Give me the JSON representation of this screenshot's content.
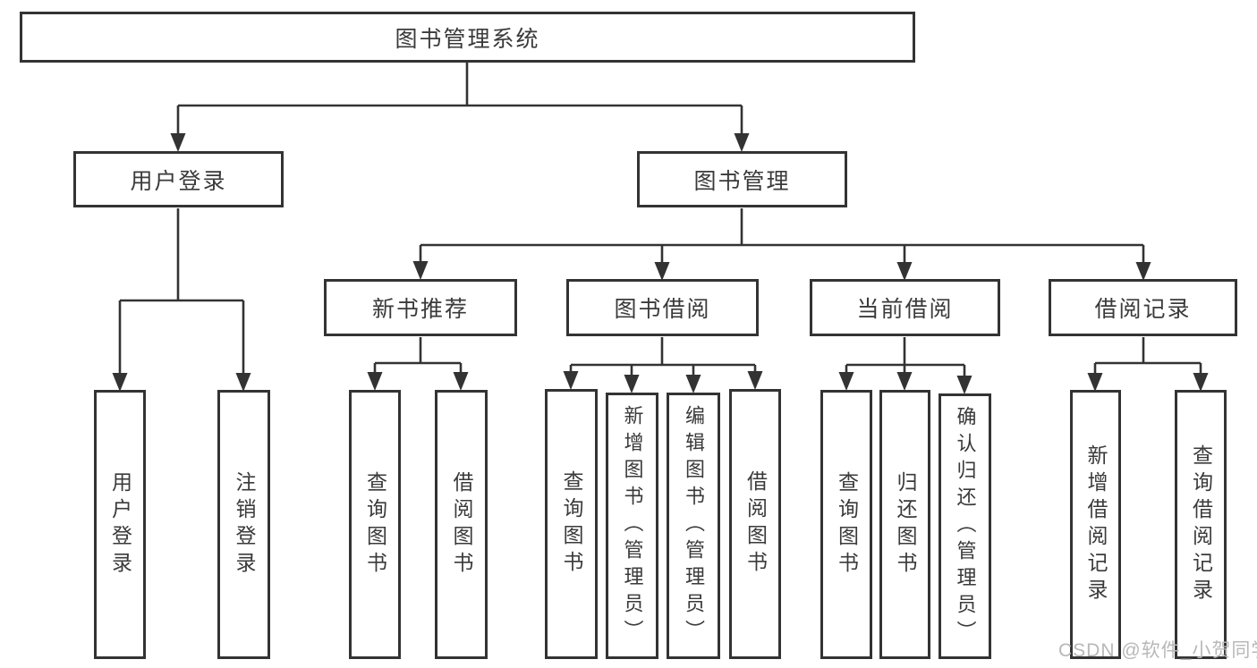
{
  "tree": {
    "root": "图书管理系统",
    "branches": [
      {
        "label": "用户登录",
        "children": [
          "用户登录",
          "注销登录"
        ]
      },
      {
        "label": "图书管理",
        "groups": [
          {
            "label": "新书推荐",
            "children": [
              "查询图书",
              "借阅图书"
            ]
          },
          {
            "label": "图书借阅",
            "children": [
              "查询图书",
              "新增图书（管理员）",
              "编辑图书（管理员）",
              "借阅图书"
            ]
          },
          {
            "label": "当前借阅",
            "children": [
              "查询图书",
              "归还图书",
              "确认归还（管理员）"
            ]
          },
          {
            "label": "借阅记录",
            "children": [
              "新增借阅记录",
              "查询借阅记录"
            ]
          }
        ]
      }
    ]
  },
  "watermark": {
    "text": "CSDN @软件_小贺同学"
  },
  "colors": {
    "line": "#333333",
    "text": "#3a3a3a",
    "background": "#ffffff",
    "watermark": "#b8b8b8"
  }
}
